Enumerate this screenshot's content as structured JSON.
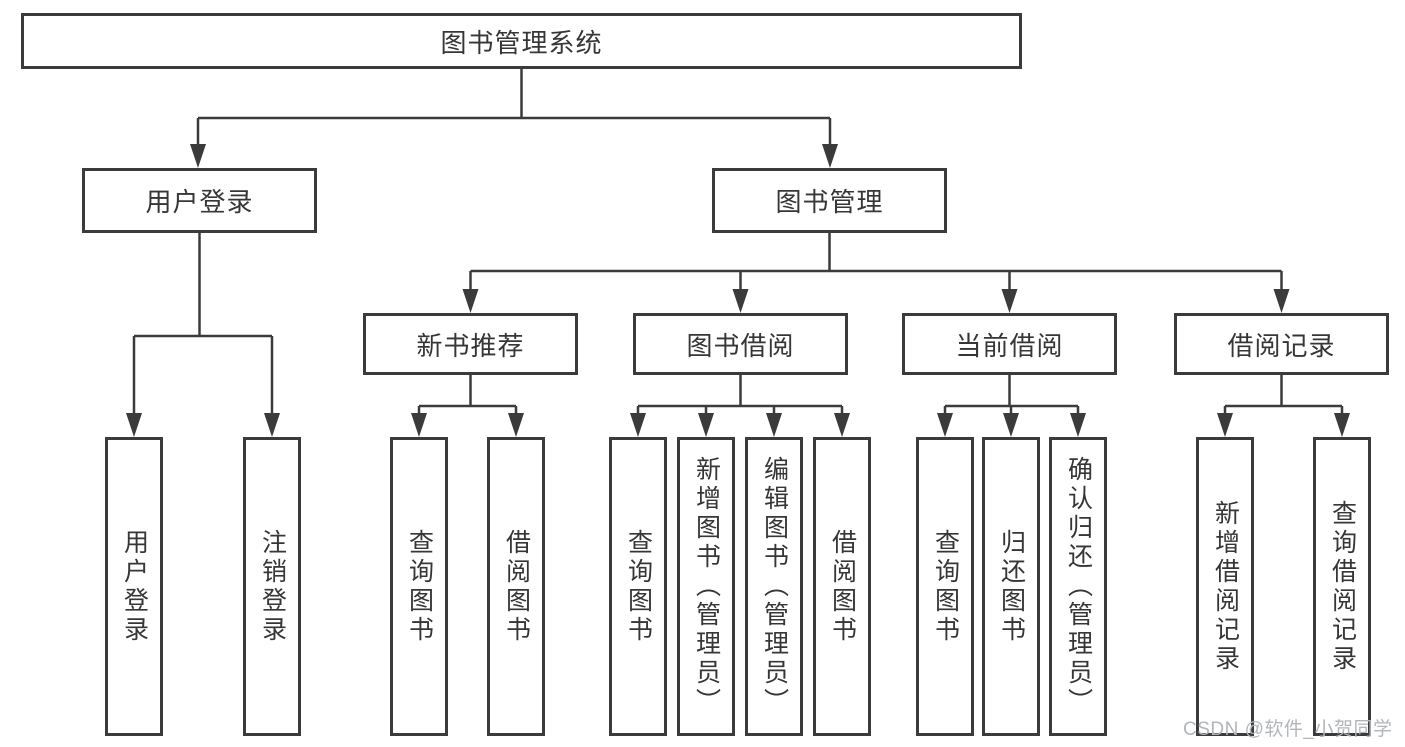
{
  "root": {
    "label": "图书管理系统"
  },
  "level2": {
    "login": {
      "label": "用户登录"
    },
    "management": {
      "label": "图书管理"
    }
  },
  "level3": {
    "recommend": {
      "label": "新书推荐"
    },
    "borrow": {
      "label": "图书借阅"
    },
    "current": {
      "label": "当前借阅"
    },
    "records": {
      "label": "借阅记录"
    }
  },
  "leaves": {
    "login": [
      {
        "label": "用户登录"
      },
      {
        "label": "注销登录"
      }
    ],
    "recommend": [
      {
        "label": "查询图书"
      },
      {
        "label": "借阅图书"
      }
    ],
    "borrow": [
      {
        "label": "查询图书"
      },
      {
        "label": "新增图书（管理员）"
      },
      {
        "label": "编辑图书（管理员）"
      },
      {
        "label": "借阅图书"
      }
    ],
    "current": [
      {
        "label": "查询图书"
      },
      {
        "label": "归还图书"
      },
      {
        "label": "确认归还（管理员）"
      }
    ],
    "records": [
      {
        "label": "新增借阅记录"
      },
      {
        "label": "查询借阅记录"
      }
    ]
  },
  "watermark": {
    "text": "CSDN @软件_小贺同学"
  },
  "colors": {
    "line": "#3b3b3b",
    "text": "#363636",
    "watermark": "#b2b5ba",
    "background": "#ffffff"
  }
}
